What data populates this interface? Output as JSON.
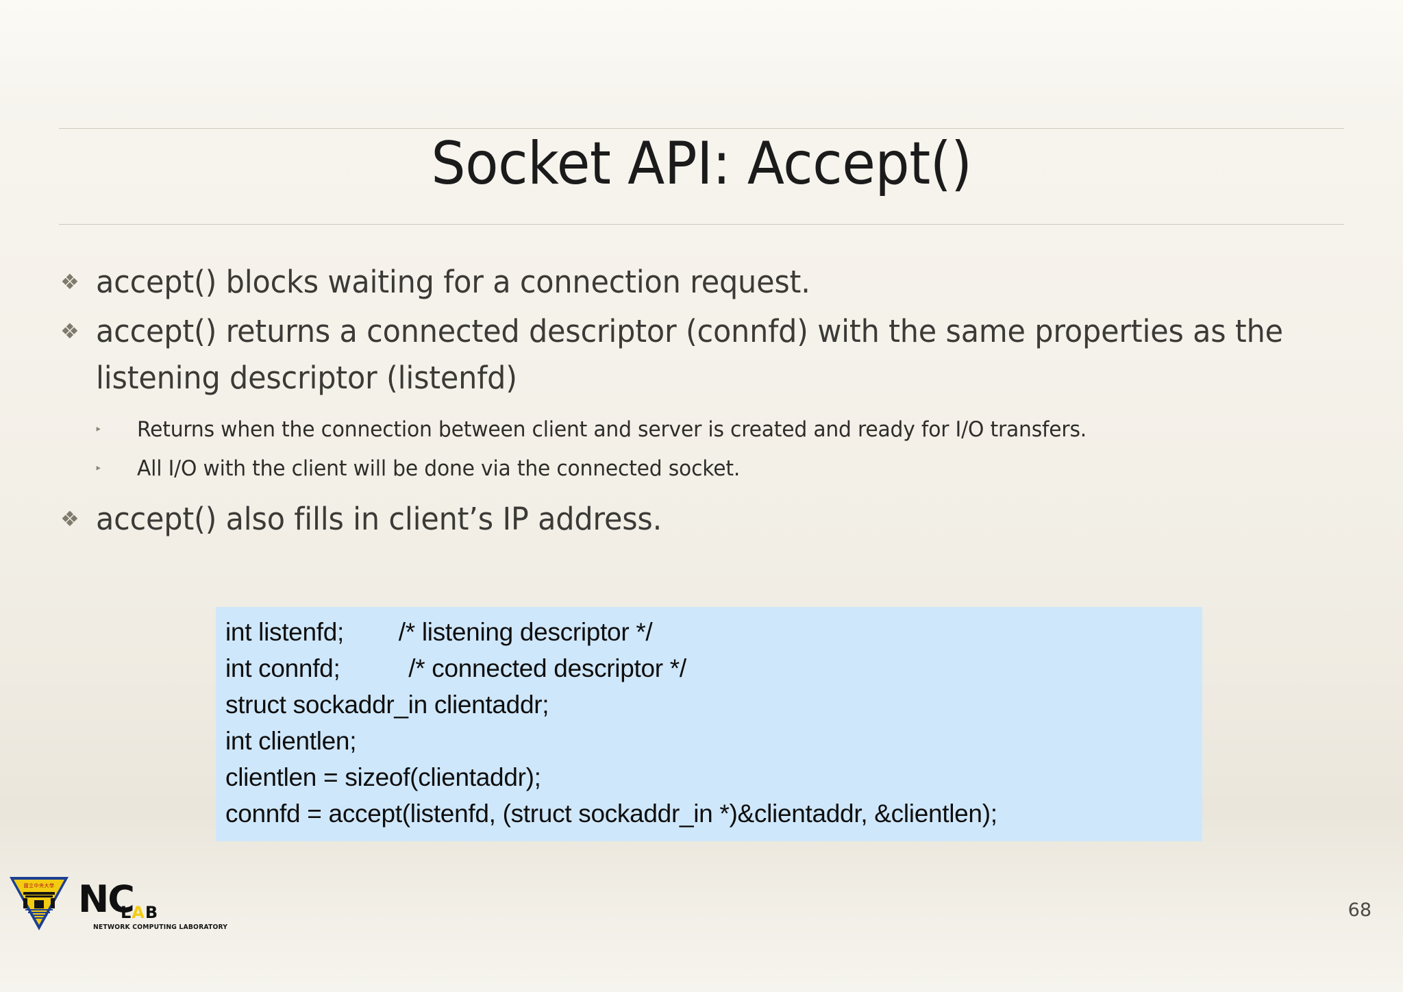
{
  "slide": {
    "title": "Socket API: Accept()",
    "page_number": "68",
    "background_color": "#f3f0e8",
    "rule_color": "#cfcabc",
    "title_color": "#1b1b1b",
    "body_text_color": "#3b3a36"
  },
  "bullets": [
    {
      "level": 1,
      "marker": "❖",
      "text": "accept() blocks waiting for a connection request."
    },
    {
      "level": 1,
      "marker": "❖",
      "text": "accept() returns a connected descriptor (connfd) with the same properties as the listening descriptor (listenfd)"
    },
    {
      "level": 2,
      "marker": "‣",
      "text": "Returns when the connection between client and server is created and ready for I/O transfers."
    },
    {
      "level": 2,
      "marker": "‣",
      "text": "All I/O with the client will be done via the connected socket."
    },
    {
      "level": 1,
      "marker": "❖",
      "text": "accept() also fills in client’s IP address."
    }
  ],
  "code_block": {
    "background_color": "#cfe7fa",
    "text_color": "#0e0e0e",
    "lines": [
      "int listenfd;        /* listening descriptor */",
      "int connfd;          /* connected descriptor */",
      "struct sockaddr_in clientaddr;",
      "int clientlen;",
      "clientlen = sizeof(clientaddr);",
      "connfd = accept(listenfd, (struct sockaddr_in *)&clientaddr, &clientlen);"
    ]
  },
  "footer": {
    "crest_text": "國立中央大學",
    "logo_nc": "NC",
    "logo_lab_l": "L",
    "logo_lab_a": "A",
    "logo_lab_b": "B",
    "logo_subtitle": "NETWORK COMPUTING LABORATORY",
    "crest_colors": {
      "border": "#1c3f94",
      "fill": "#f2cc12"
    }
  }
}
